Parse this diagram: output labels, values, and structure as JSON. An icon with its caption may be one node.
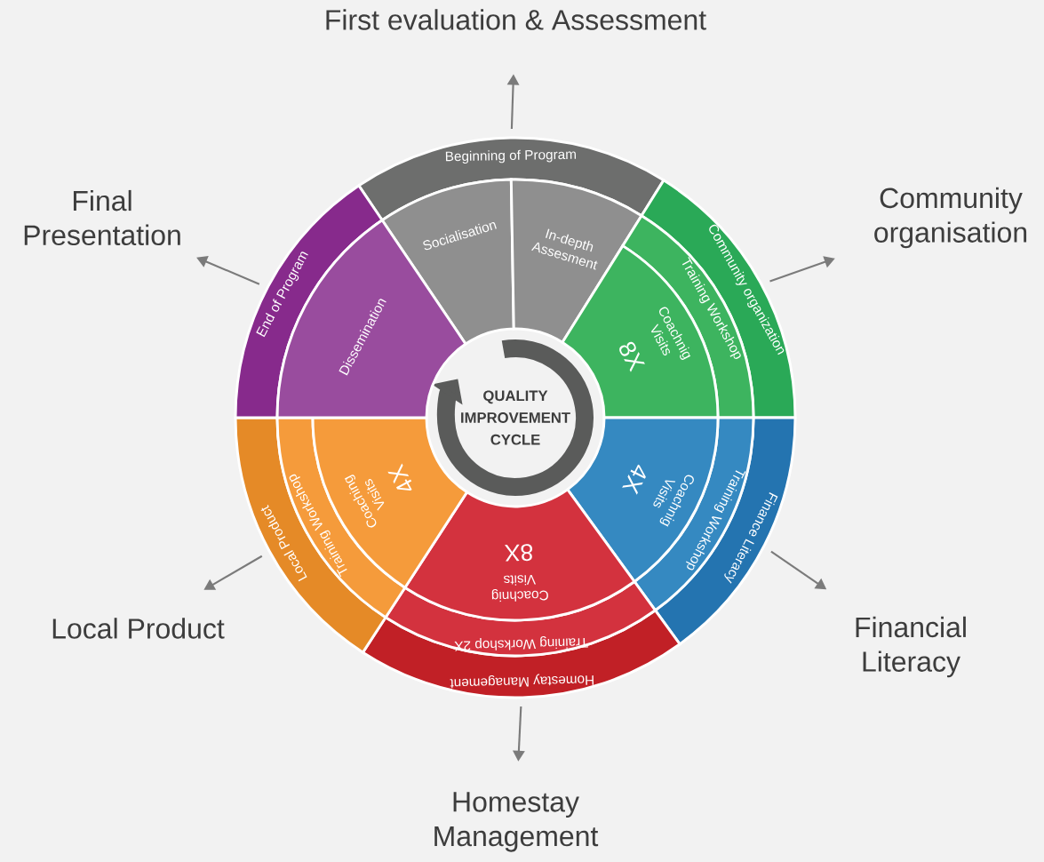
{
  "diagram": {
    "nodes": [
      {
        "text": [
          "QUALITY IMPROVEMENT CYCLE"
        ]
      },
      {
        "text": [
          "Beginning of Program"
        ]
      },
      {
        "text": [
          "Socialisation"
        ]
      },
      {
        "text": [
          "In-depth Assesment"
        ]
      },
      {
        "text": [
          "Community organization"
        ]
      },
      {
        "text": [
          "Training Workshop"
        ]
      },
      {
        "text": [
          "Coachnig Visits",
          "8X"
        ]
      },
      {
        "text": [
          "Finance Literacy"
        ]
      },
      {
        "text": [
          "Training Workshop"
        ]
      },
      {
        "text": [
          "Coachnig Visits",
          "4X"
        ]
      },
      {
        "text": [
          "Homestay Management"
        ]
      },
      {
        "text": [
          "Training Workshop 2X"
        ]
      },
      {
        "text": [
          "Coachnig Visits",
          "8X"
        ]
      },
      {
        "text": [
          "Local Product"
        ]
      },
      {
        "text": [
          "Training Workshop"
        ]
      },
      {
        "text": [
          "Coaching Visits",
          "4X"
        ]
      },
      {
        "text": [
          "End of Program"
        ]
      },
      {
        "text": [
          "Dissemination"
        ]
      },
      {
        "text": [
          "First evaluation & Assessment"
        ]
      },
      {
        "text": [
          "Community organisation"
        ]
      },
      {
        "text": [
          "Financial Literacy"
        ]
      },
      {
        "text": [
          "Homestay Management"
        ]
      },
      {
        "text": [
          "Local Product"
        ]
      },
      {
        "text": [
          "Final Presentation"
        ]
      }
    ],
    "edges": [
      {
        "from": 1,
        "to": 18,
        "arrow": "to"
      },
      {
        "from": 4,
        "to": 19,
        "arrow": "to"
      },
      {
        "from": 7,
        "to": 20,
        "arrow": "to"
      },
      {
        "from": 10,
        "to": 21,
        "arrow": "to"
      },
      {
        "from": 13,
        "to": 22,
        "arrow": "to"
      },
      {
        "from": 16,
        "to": 23,
        "arrow": "to"
      }
    ]
  }
}
